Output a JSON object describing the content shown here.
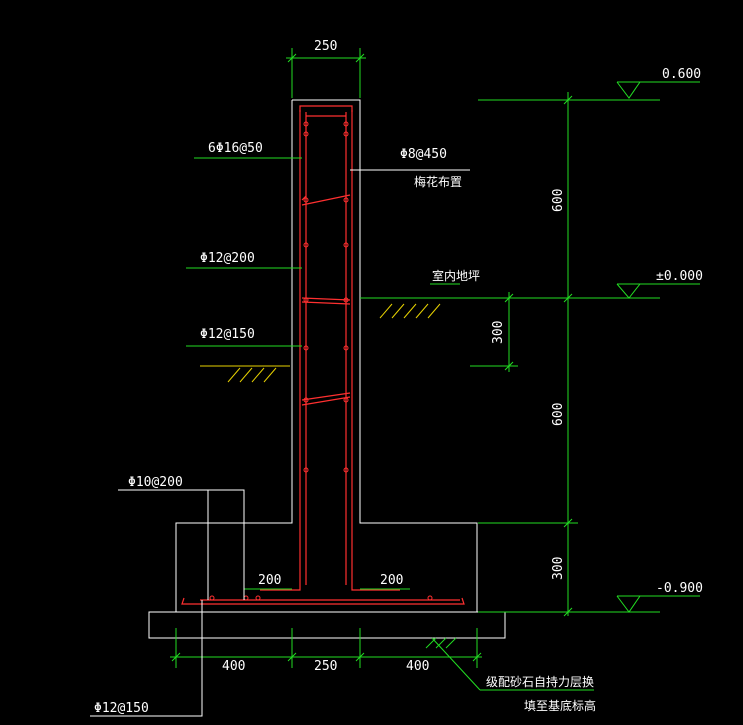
{
  "dimensions": {
    "top_width": "250",
    "right_600_upper": "600",
    "right_300": "300",
    "right_600_lower": "600",
    "right_300_bottom": "300",
    "bottom_left": "400",
    "bottom_mid": "250",
    "bottom_right": "400",
    "footing_left_200": "200",
    "footing_right_200": "200"
  },
  "elevations": {
    "top": "0.600",
    "zero": "±0.000",
    "bottom": "-0.900"
  },
  "rebar_labels": {
    "top_bars": "6Φ16@50",
    "ties": "Φ8@450",
    "ties_note": "梅花布置",
    "vertical_upper": "Φ12@200",
    "vertical_lower": "Φ12@150",
    "footing_upper": "Φ10@200",
    "footing_bottom": "Φ12@150"
  },
  "notes": {
    "indoor_ground": "室内地坪",
    "fill_line1": "级配砂石自持力层换",
    "fill_line2": "填至基底标高"
  }
}
